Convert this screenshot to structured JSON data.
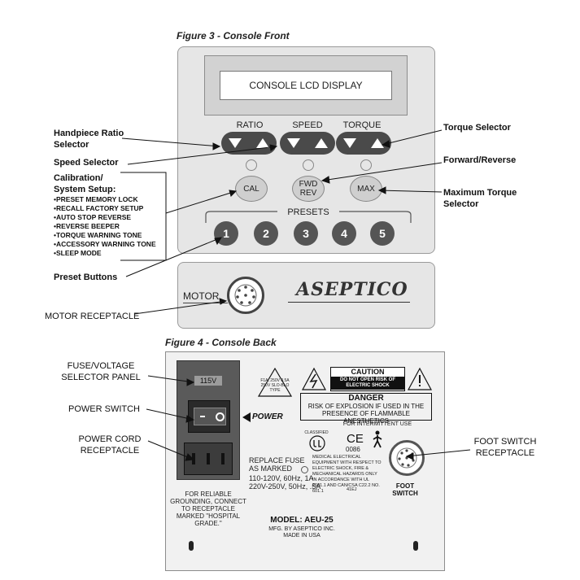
{
  "figure3": {
    "title": "Figure 3 - Console Front",
    "lcd_text": "CONSOLE LCD DISPLAY",
    "group_labels": [
      "RATIO",
      "SPEED",
      "TORQUE"
    ],
    "button_cal": "CAL",
    "button_fwd": "FWD",
    "button_rev": "REV",
    "button_max": "MAX",
    "presets_label": "PRESETS",
    "preset_numbers": [
      "1",
      "2",
      "3",
      "4",
      "5"
    ],
    "motor_label": "MOTOR",
    "brand": "ASEPTICO"
  },
  "callouts_front": {
    "ratio": "Handpiece Ratio Selector",
    "speed": "Speed Selector",
    "calibration_title": "Calibration/ System Setup:",
    "calibration_items": [
      "PRESET MEMORY LOCK",
      "RECALL FACTORY SETUP",
      "AUTO STOP REVERSE",
      "REVERSE BEEPER",
      "TORQUE WARNING TONE",
      "ACCESSORY WARNING TONE",
      "SLEEP MODE"
    ],
    "presets": "Preset Buttons",
    "motor": "MOTOR RECEPTACLE",
    "torque": "Torque Selector",
    "fwd_rev": "Forward/Reverse",
    "max_torque": "Maximum Torque Selector"
  },
  "figure4": {
    "title": "Figure 4 - Console Back",
    "fuse_value": "115V",
    "power_label": "POWER",
    "caution_title": "CAUTION",
    "caution_text": "DO NOT OPEN RISK OF ELECTRIC SHOCK",
    "danger_title": "DANGER",
    "danger_text": "RISK OF EXPLOSION IF USED IN THE PRESENCE OF FLAMMABLE ANESTHETICS",
    "intermittent": "FOR INTERMITTENT USE",
    "fuse_triangle_text": "F1A, 250V 0.5A 250V SLO-BLO TYPE",
    "replace_fuse": "REPLACE FUSE AS MARKED",
    "voltage_1": "110-120V, 60Hz, 1A",
    "voltage_2": "220V-250V, 50Hz, .5A",
    "grounding": "FOR RELIABLE GROUNDING, CONNECT TO RECEPTACLE MARKED \"HOSPITAL GRADE.\"",
    "ul_classified": "CLASSIFIED",
    "ce_mark": "CE",
    "ce_number": "0086",
    "medical_text": "MEDICAL ELECTRICAL EQUIPMENT WITH RESPECT TO ELECTRIC SHOCK, FIRE & MECHANICAL HAZARDS ONLY IN ACCORDANCE WITH UL 2601.1 AND CAN/CSA C22.2 NO. 601.1",
    "medical_code": "41EJ",
    "foot_switch": "FOOT SWITCH",
    "model": "MODEL: AEU-25",
    "mfg": "MFG. BY ASEPTICO INC.",
    "made_in": "MADE IN USA"
  },
  "callouts_back": {
    "fuse_selector": "FUSE/VOLTAGE SELECTOR PANEL",
    "power_switch": "POWER SWITCH",
    "power_cord": "POWER CORD RECEPTACLE",
    "foot_switch": "FOOT SWITCH RECEPTACLE"
  }
}
